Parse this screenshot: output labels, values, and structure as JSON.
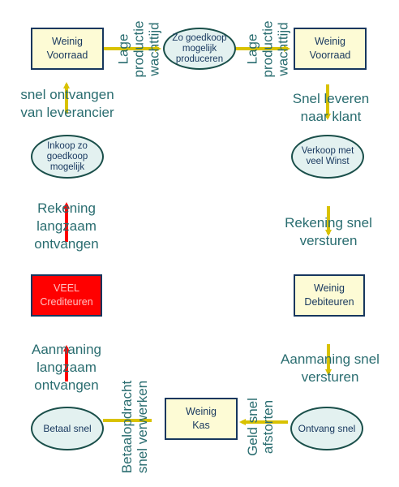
{
  "nodes": {
    "voorraad_left": [
      "Weinig",
      "Voorraad"
    ],
    "produceren": [
      "Zo goedkoop",
      "mogelijk",
      "produceren"
    ],
    "voorraad_right": [
      "Weinig",
      "Voorraad"
    ],
    "inkoop": [
      "Inkoop zo",
      "goedkoop",
      "mogelijk"
    ],
    "verkoop": [
      "Verkoop met",
      "veel Winst"
    ],
    "crediteuren": [
      "VEEL",
      "Crediteuren"
    ],
    "debiteuren": [
      "Weinig",
      "Debiteuren"
    ],
    "betaal": [
      "Betaal snel"
    ],
    "kas": [
      "Weinig",
      "Kas"
    ],
    "ontvang": [
      "Ontvang snel"
    ]
  },
  "labels": {
    "lage_wachttijd_1": [
      "Lage",
      "productie",
      "wachttijd"
    ],
    "lage_wachttijd_2": [
      "Lage",
      "productie",
      "wachttijd"
    ],
    "snel_ontvangen": [
      "snel ontvangen",
      "van leverancier"
    ],
    "snel_leveren": [
      "Snel leveren",
      "naar klant"
    ],
    "rekening_langzaam": [
      "Rekening",
      "langzaam",
      "ontvangen"
    ],
    "rekening_snel": [
      "Rekening snel",
      "versturen"
    ],
    "aanmaning_langzaam": [
      "Aanmaning",
      "langzaam",
      "ontvangen"
    ],
    "aanmaning_snel": [
      "Aanmaning snel",
      "versturen"
    ],
    "betaalopdracht": [
      "Betaalopdracht",
      "snel verwerken"
    ],
    "geld_afstorten": [
      "Geld snel",
      "afstorten"
    ]
  },
  "colors": {
    "box_fill": "#fdfbd5",
    "box_border": "#17375e",
    "ellipse_fill": "#e3f1f0",
    "ellipse_border": "#1a4f4a",
    "label_text": "#2a6d70",
    "arrow_yellow": "#d9c200",
    "arrow_red": "#ff0000",
    "alert_fill": "#ff0000"
  }
}
